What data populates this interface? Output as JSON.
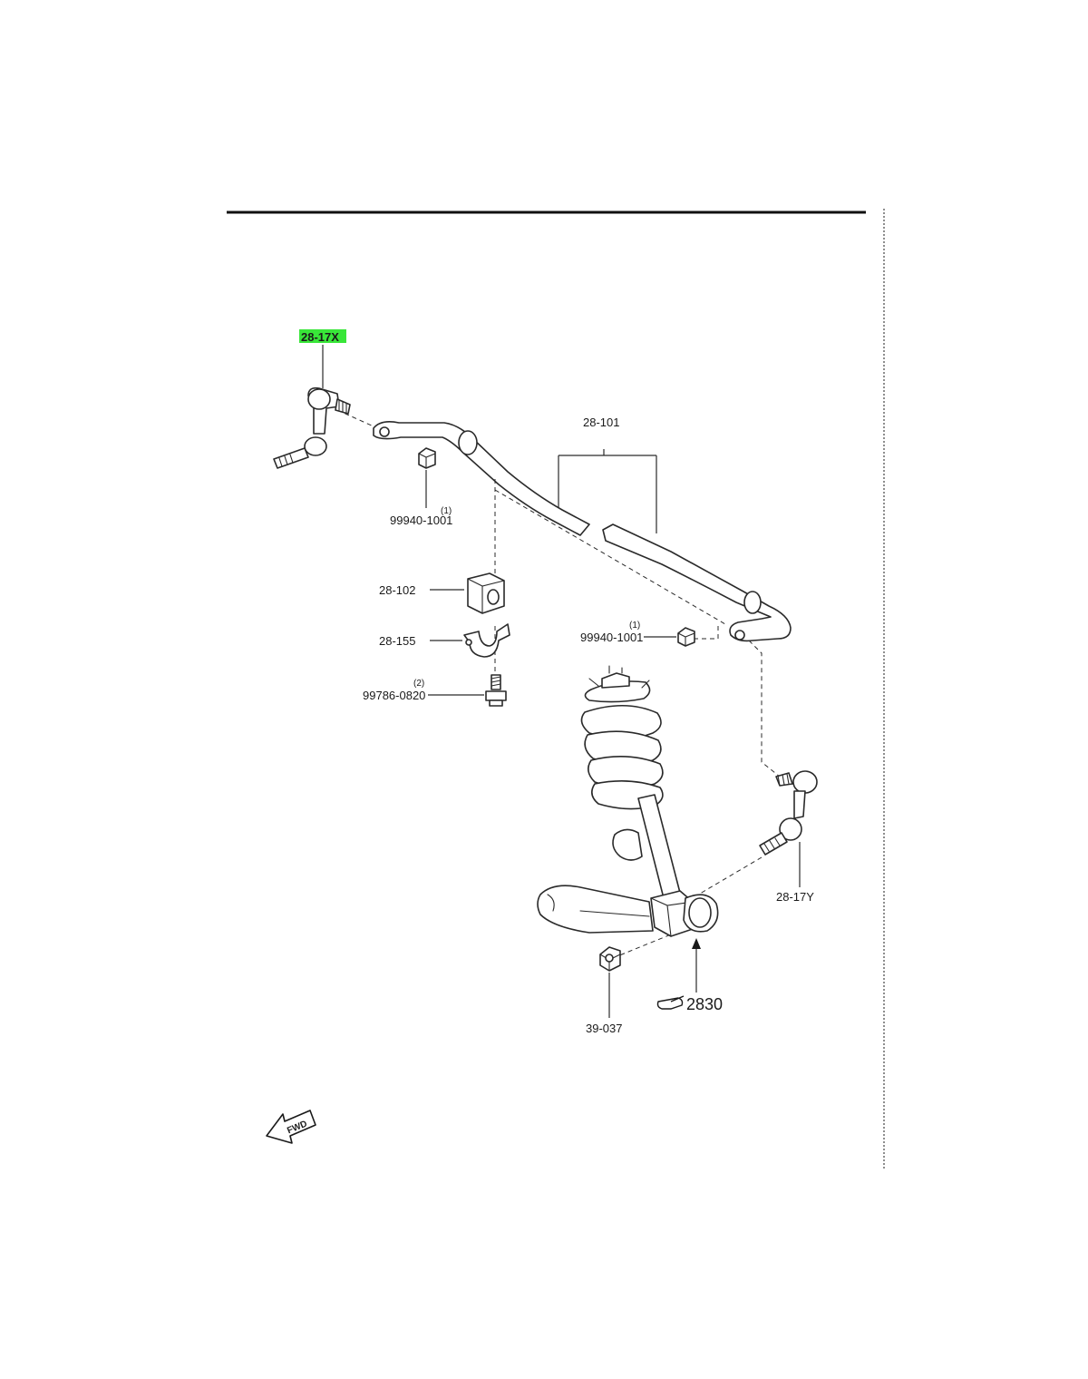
{
  "labels": {
    "stabilizer_link_left": "28-17X",
    "stabilizer_bar": "28-101",
    "nut_upper_left": "99940-1001",
    "nut_upper_left_qty": "(1)",
    "bushing": "28-102",
    "bracket": "28-155",
    "bolt": "99786-0820",
    "bolt_qty": "(2)",
    "nut_right": "99940-1001",
    "nut_right_qty": "(1)",
    "stabilizer_link_right": "28-17Y",
    "nut_lower": "39-037",
    "reference": "2830",
    "forward": "FWD"
  },
  "colors": {
    "highlight": "#39e639",
    "ink": "#1a1a1a"
  },
  "icons": {
    "reference": "pointing-hand-icon",
    "forward": "fwd-arrow-icon"
  }
}
